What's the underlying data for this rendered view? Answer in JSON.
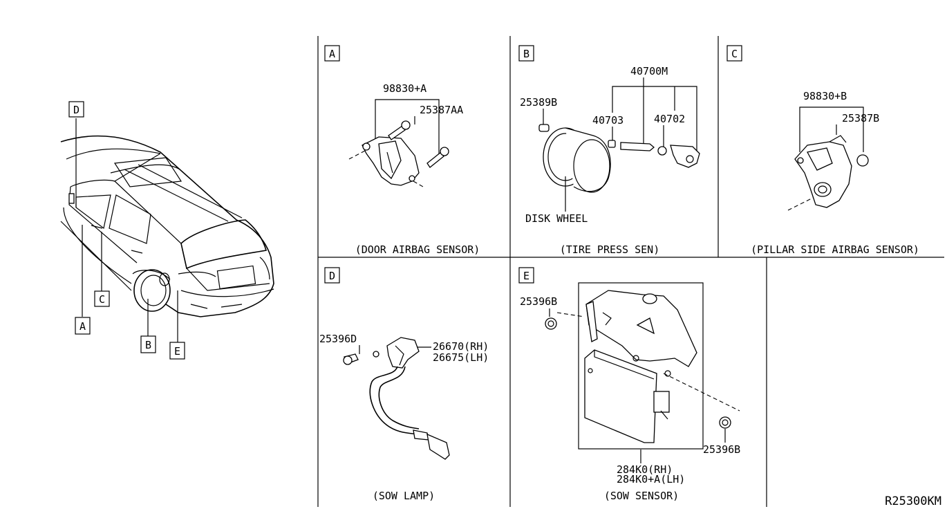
{
  "panels": {
    "A": {
      "letter": "A",
      "caption": "(DOOR AIRBAG SENSOR)",
      "parts": [
        "98830+A",
        "25387AA"
      ]
    },
    "B": {
      "letter": "B",
      "caption": "(TIRE PRESS SEN)",
      "parts": [
        "40700M",
        "25389B",
        "40703",
        "40702",
        "DISK WHEEL"
      ]
    },
    "C": {
      "letter": "C",
      "caption": "(PILLAR SIDE AIRBAG SENSOR)",
      "parts": [
        "98830+B",
        "25387B"
      ]
    },
    "D": {
      "letter": "D",
      "caption": "(SOW LAMP)",
      "parts": [
        "25396D",
        "26670(RH)",
        "26675(LH)"
      ]
    },
    "E": {
      "letter": "E",
      "caption": "(SOW SENSOR)",
      "parts": [
        "25396B",
        "25396B",
        "284K0(RH)",
        "284K0+A(LH)"
      ]
    }
  },
  "vehicle_callouts": [
    "D",
    "C",
    "A",
    "B",
    "E"
  ],
  "diagram_code": "R25300KM"
}
